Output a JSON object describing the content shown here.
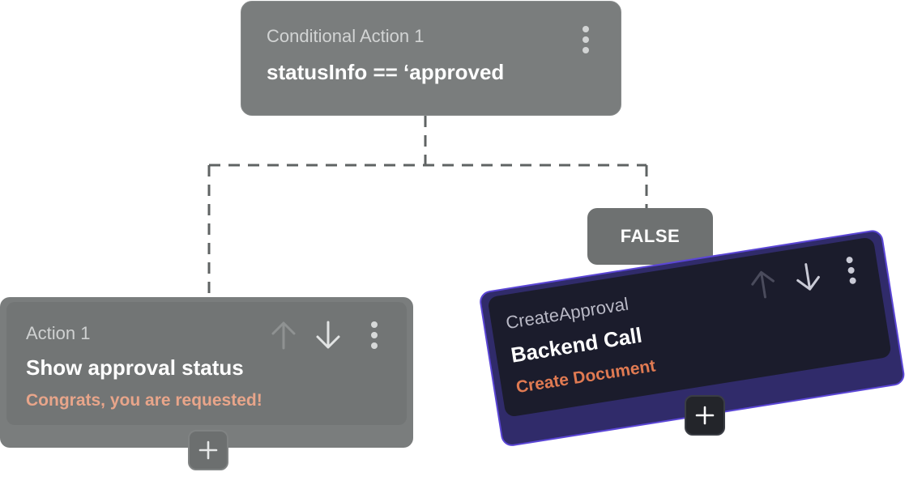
{
  "conditional": {
    "label": "Conditional Action 1",
    "expression": "statusInfo == ‘approved"
  },
  "branch": {
    "false_label": "FALSE"
  },
  "action_card": {
    "label": "Action 1",
    "title": "Show approval status",
    "subtitle": "Congrats, you are requested!"
  },
  "backend_card": {
    "label": "CreateApproval",
    "title": "Backend Call",
    "subtitle": "Create Document"
  },
  "icons": {
    "move_up": "arrow-up-icon",
    "move_down": "arrow-down-icon",
    "menu": "vertical-dots-icon",
    "add": "plus-icon"
  },
  "colors": {
    "card_gray": "#7a7d7d",
    "card_dark": "#1b1c2c",
    "accent_purple": "#5b46d6",
    "subtitle_orange": "#e07a52",
    "subtitle_peach": "#e8a58a",
    "connector": "#5f6363"
  }
}
